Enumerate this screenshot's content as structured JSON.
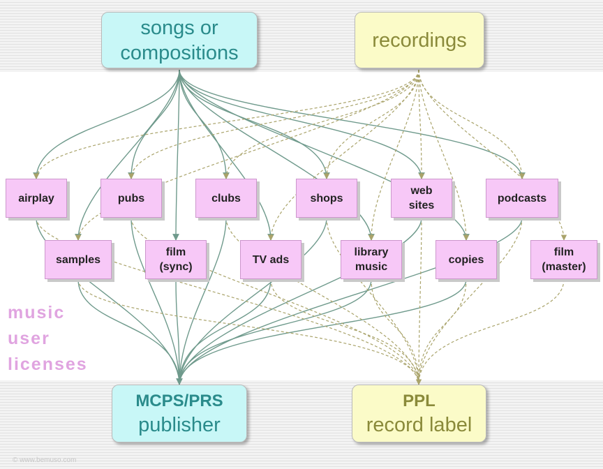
{
  "sources": {
    "songs": [
      "songs or",
      "compositions"
    ],
    "recordings": "recordings"
  },
  "targets": {
    "publisher": {
      "line1": "MCPS/PRS",
      "line2": "publisher"
    },
    "label": {
      "line1": "PPL",
      "line2": "record label"
    }
  },
  "uses": [
    {
      "id": "airplay",
      "lines": [
        "airplay"
      ]
    },
    {
      "id": "pubs",
      "lines": [
        "pubs"
      ]
    },
    {
      "id": "clubs",
      "lines": [
        "clubs"
      ]
    },
    {
      "id": "shops",
      "lines": [
        "shops"
      ]
    },
    {
      "id": "web-sites",
      "lines": [
        "web",
        "sites"
      ]
    },
    {
      "id": "podcasts",
      "lines": [
        "podcasts"
      ]
    },
    {
      "id": "samples",
      "lines": [
        "samples"
      ]
    },
    {
      "id": "film-sync",
      "lines": [
        "film",
        "(sync)"
      ]
    },
    {
      "id": "tv-ads",
      "lines": [
        "TV ads"
      ]
    },
    {
      "id": "library-music",
      "lines": [
        "library",
        "music"
      ]
    },
    {
      "id": "copies",
      "lines": [
        "copies"
      ]
    },
    {
      "id": "film-master",
      "lines": [
        "film",
        "(master)"
      ]
    }
  ],
  "side_label": [
    "music",
    "user",
    "licenses"
  ],
  "footer": "© www.bemuso.com",
  "colors": {
    "compositions_line": "#6f9a8c",
    "recordings_line": "#a9a36a",
    "use_box": "#f7c8f7",
    "source_box_cyan": "#c8f7f7",
    "source_box_yellow": "#fbfbc8"
  },
  "links": {
    "composition_rights": [
      "airplay",
      "pubs",
      "clubs",
      "shops",
      "web-sites",
      "podcasts",
      "samples",
      "film-sync",
      "tv-ads",
      "library-music",
      "copies"
    ],
    "recording_rights": [
      "airplay",
      "pubs",
      "clubs",
      "shops",
      "web-sites",
      "podcasts",
      "samples",
      "tv-ads",
      "library-music",
      "copies",
      "film-master"
    ]
  }
}
